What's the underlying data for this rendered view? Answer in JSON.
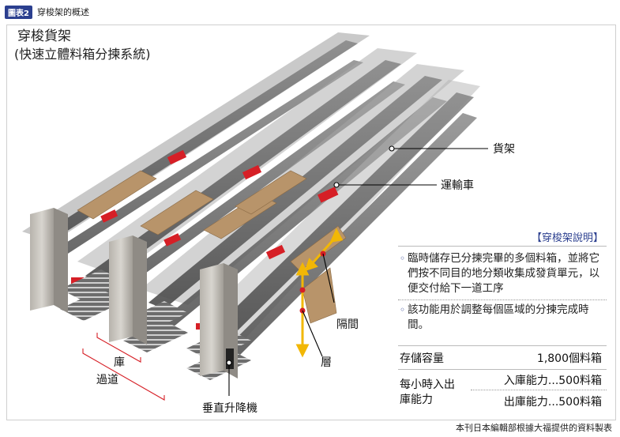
{
  "figure": {
    "badge": "圖表2",
    "title": "穿梭架的概述"
  },
  "illustration": {
    "title": "穿梭貨架",
    "subtitle": "(快速立體料箱分揀系統)",
    "callouts": {
      "rack": "貨架",
      "transport": "運輸車",
      "interval": "隔間",
      "layer": "層",
      "lift": "垂直升降機",
      "storage": "庫",
      "aisle": "過道"
    }
  },
  "description": {
    "heading": "【穿梭架說明】",
    "bullets": [
      "臨時儲存已分揀完畢的多個料箱，並將它們按不同目的地分類收集成發貨單元，以便交付給下一道工序",
      "該功能用於調整每個區域的分揀完成時間。"
    ],
    "capacity": {
      "label": "存儲容量",
      "value": "1,800個料箱"
    },
    "throughput": {
      "label": "每小時入出庫能力",
      "inbound": "入庫能力...500料箱",
      "outbound": "出庫能力...500料箱"
    }
  },
  "source_note": "本刊日本編輯部根據大福提供的資料製表",
  "colors": {
    "accent": "#2b3f8f",
    "arrow": "#f2b705",
    "shuttle": "#d61f26",
    "callout_line": "#000000"
  }
}
